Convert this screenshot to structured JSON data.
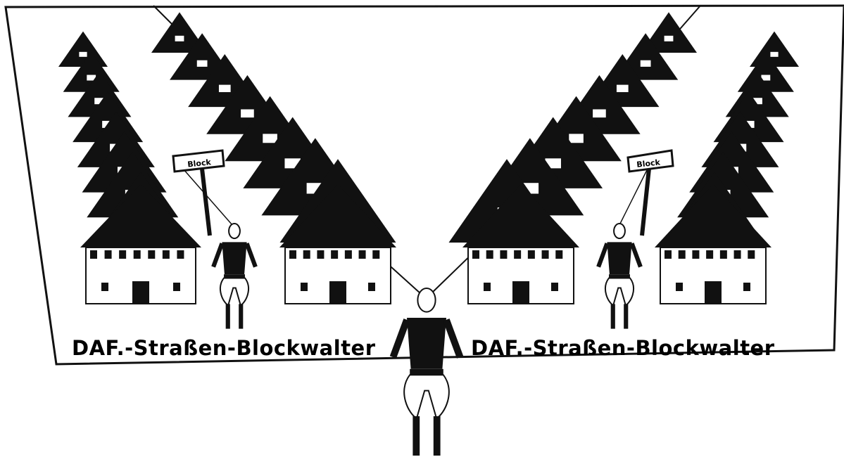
{
  "diagram": {
    "left_caption": "DAF.-Straßen-Blockwalter",
    "right_caption": "DAF.-Straßen-Blockwalter",
    "left_sign": "Block",
    "right_sign": "Block",
    "ink_color": "#111111",
    "paper_color": "#ffffff"
  }
}
